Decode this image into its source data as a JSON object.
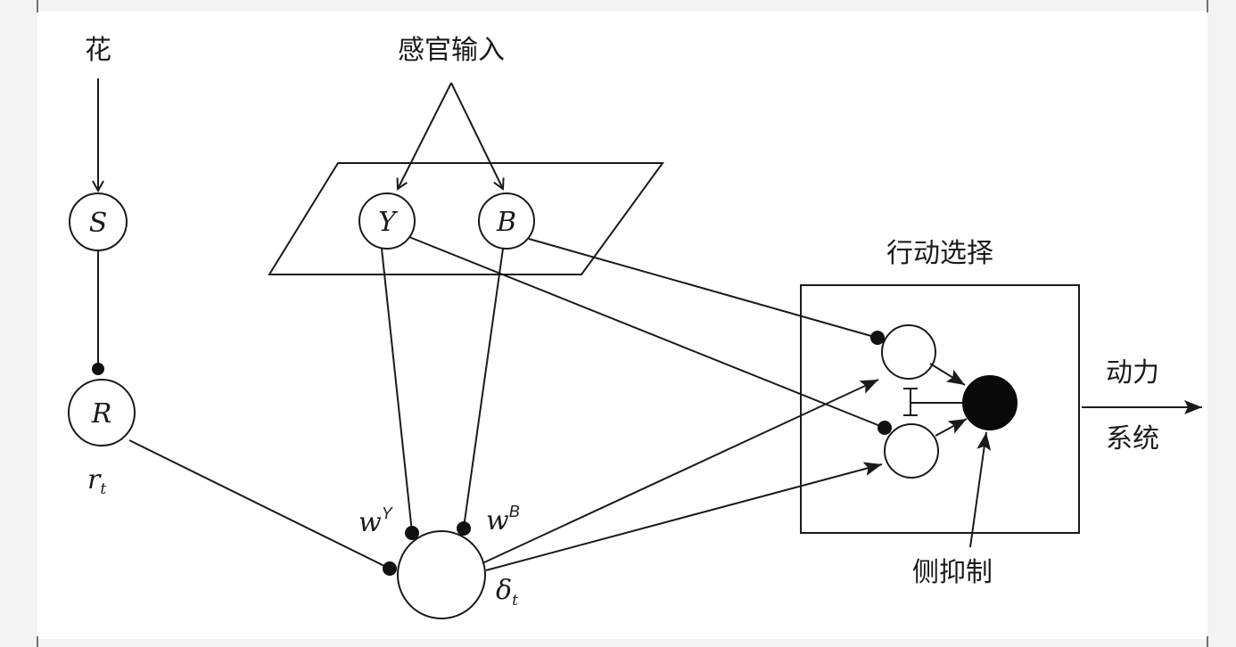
{
  "labels": {
    "flower": "花",
    "sensory_input": "感官输入",
    "action_selection": "行动选择",
    "motor_line1": "动力",
    "motor_line2": "系统",
    "lateral_inhibition": "侧抑制"
  },
  "nodes": {
    "S": "S",
    "Y": "Y",
    "B": "B",
    "R": "R"
  },
  "symbols": {
    "r_main": "r",
    "r_sub": "t",
    "wY_main": "w",
    "wY_sup": "Y",
    "wB_main": "w",
    "wB_sup": "B",
    "delta_main": "δ",
    "delta_sub": "t"
  }
}
